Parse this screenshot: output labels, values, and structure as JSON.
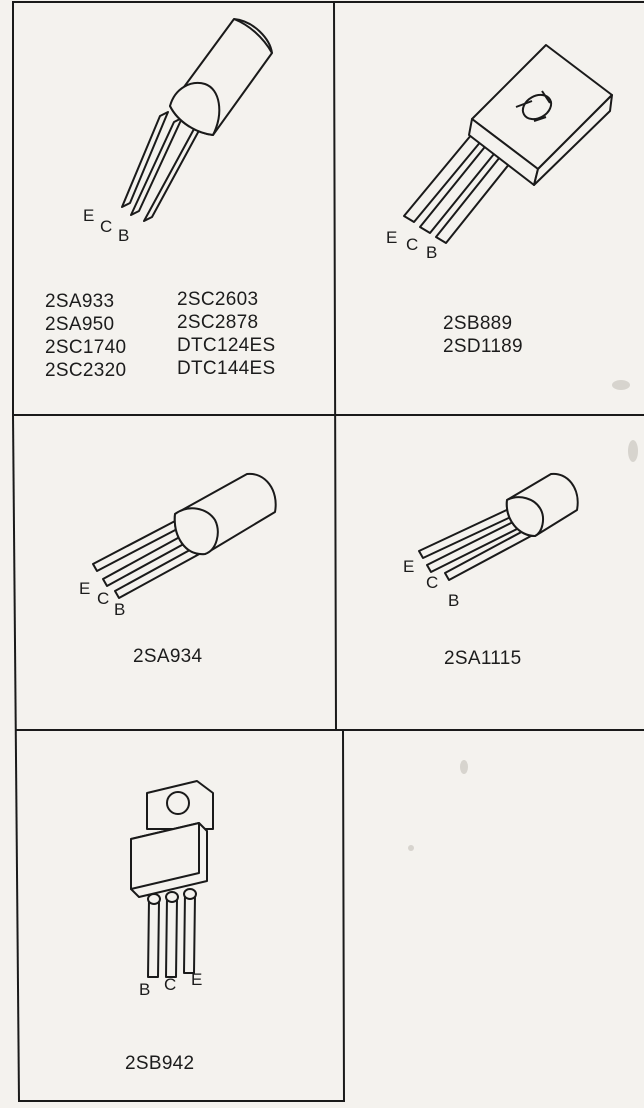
{
  "cells": [
    {
      "pins": [
        "E",
        "C",
        "B"
      ],
      "parts_left": [
        "2SA933",
        "2SA950",
        "2SC1740",
        "2SC2320"
      ],
      "parts_right": [
        "2SC2603",
        "2SC2878",
        "DTC124ES",
        "DTC144ES"
      ]
    },
    {
      "pins": [
        "E",
        "C",
        "B"
      ],
      "parts": [
        "2SB889",
        "2SD1189"
      ]
    },
    {
      "pins": [
        "E",
        "C",
        "B"
      ],
      "parts": [
        "2SA934"
      ]
    },
    {
      "pins": [
        "E",
        "C",
        "B"
      ],
      "parts": [
        "2SA1115"
      ]
    },
    {
      "pins": [
        "B",
        "C",
        "E"
      ],
      "parts": [
        "2SB942"
      ]
    }
  ]
}
